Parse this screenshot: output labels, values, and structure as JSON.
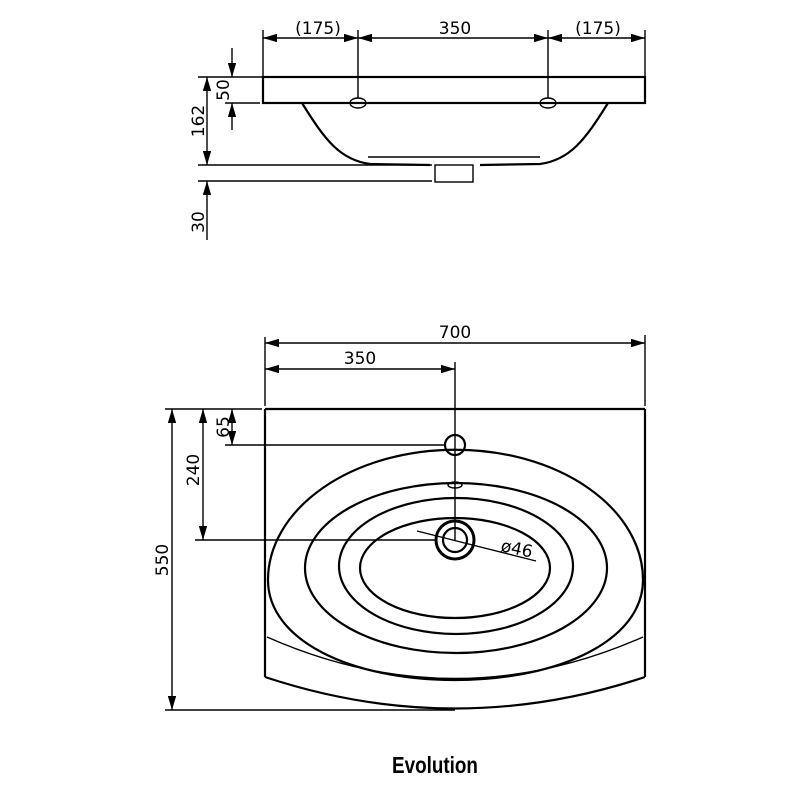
{
  "title": "Evolution",
  "side_view": {
    "dims": {
      "left": "(175)",
      "center": "350",
      "right": "(175)",
      "rim": "50",
      "height": "162",
      "drain": "30"
    }
  },
  "top_view": {
    "dims": {
      "width": "700",
      "half_width": "350",
      "depth": "550",
      "drain_offset": "240",
      "tap_offset": "65",
      "drain_diameter": "ø46"
    }
  }
}
